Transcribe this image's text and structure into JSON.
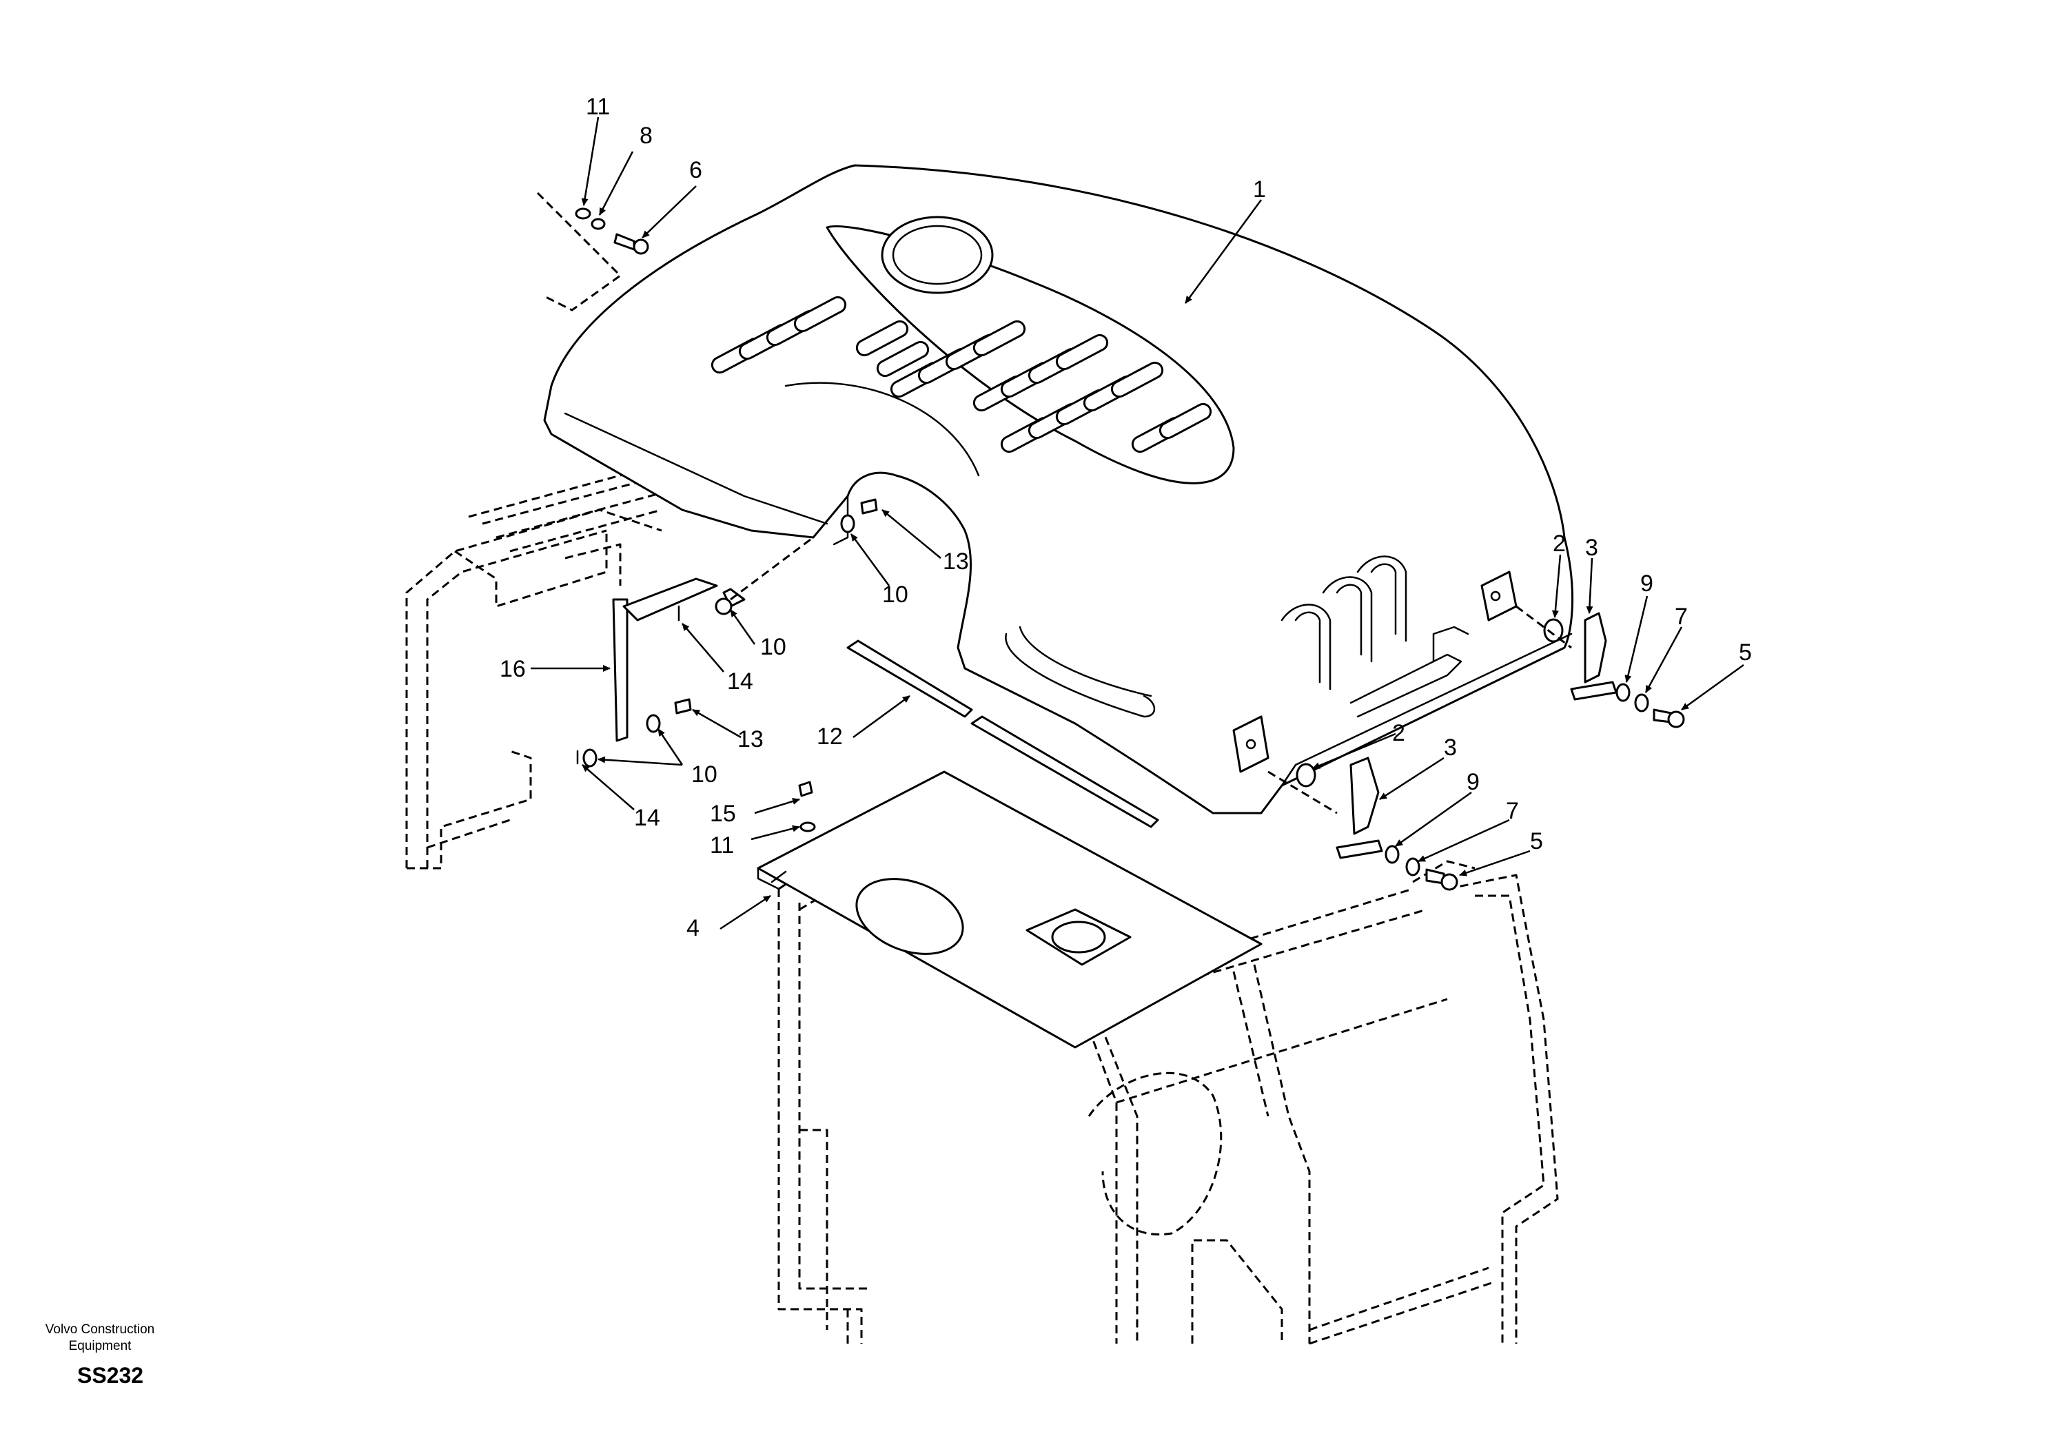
{
  "diagram": {
    "callouts": [
      "11",
      "8",
      "6",
      "1",
      "2",
      "3",
      "9",
      "7",
      "5",
      "13",
      "10",
      "10",
      "14",
      "16",
      "13",
      "10",
      "14",
      "12",
      "2",
      "3",
      "9",
      "7",
      "5",
      "15",
      "11",
      "4"
    ]
  },
  "footer": {
    "maker_line1": "Volvo Construction",
    "maker_line2": "Equipment",
    "drawing_code": "SS232"
  }
}
